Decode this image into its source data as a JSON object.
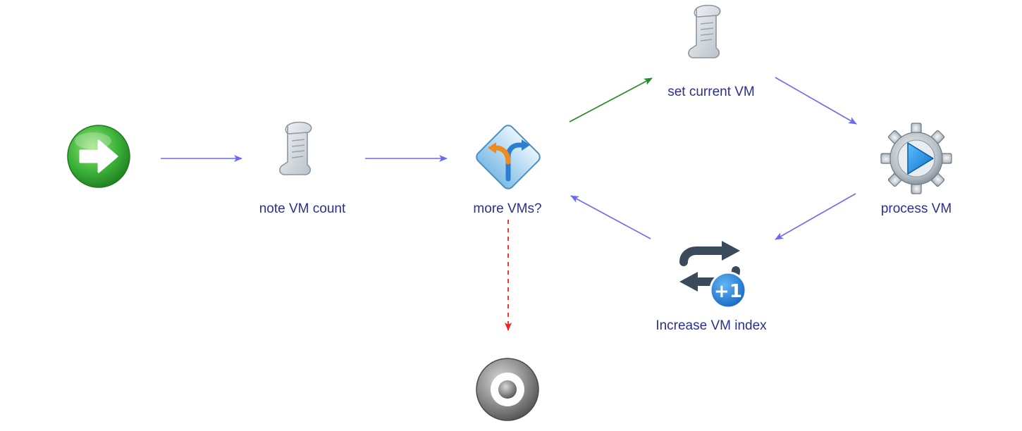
{
  "workflow": {
    "nodes": {
      "start": {
        "label": "",
        "icon": "start-arrow-icon"
      },
      "note_vm_count": {
        "label": "note VM count",
        "icon": "script-scroll-icon"
      },
      "more_vms": {
        "label": "more VMs?",
        "icon": "decision-icon"
      },
      "set_current_vm": {
        "label": "set current VM",
        "icon": "script-scroll-icon"
      },
      "process_vm": {
        "label": "process VM",
        "icon": "gear-play-icon"
      },
      "increase_vm_index": {
        "label": "Increase VM index",
        "icon": "loop-increment-icon"
      },
      "end": {
        "label": "",
        "icon": "end-target-icon"
      }
    },
    "colors": {
      "default_connector": "#6b6bf0",
      "true_connector": "#1e8c1e",
      "exception_connector": "#ee2222",
      "label": "#2b2f8f"
    }
  }
}
